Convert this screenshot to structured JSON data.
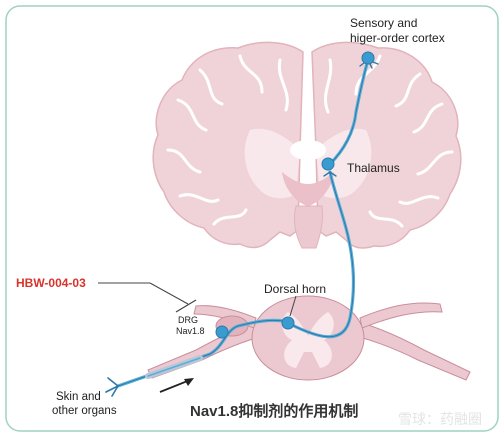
{
  "labels": {
    "cortex_line1": "Sensory and",
    "cortex_line2": "higer-order cortex",
    "thalamus": "Thalamus",
    "dorsal_horn": "Dorsal horn",
    "drug": "HBW-004-03",
    "drg_line1": "DRG",
    "drg_line2": "Nav1.8",
    "skin_line1": "Skin and",
    "skin_line2": "other organs",
    "caption": "Nav1.8抑制剂的作用机制",
    "watermark": "雪球：药融圈"
  },
  "colors": {
    "frame": "#9fd1c4",
    "brain_fill": "#f0d3d8",
    "brain_stroke": "#e2b3bb",
    "brain_inner": "#f8e8eb",
    "gyri": "#ffffff",
    "spinal_fill": "#ecc9d0",
    "spinal_inner": "#f9e9ec",
    "nerve": "#c98e9b",
    "neuron": "#2d7aa8",
    "neuron_light": "#5aaed8",
    "drug_red": "#d9322b",
    "text": "#222222",
    "caption_text": "#333333"
  }
}
